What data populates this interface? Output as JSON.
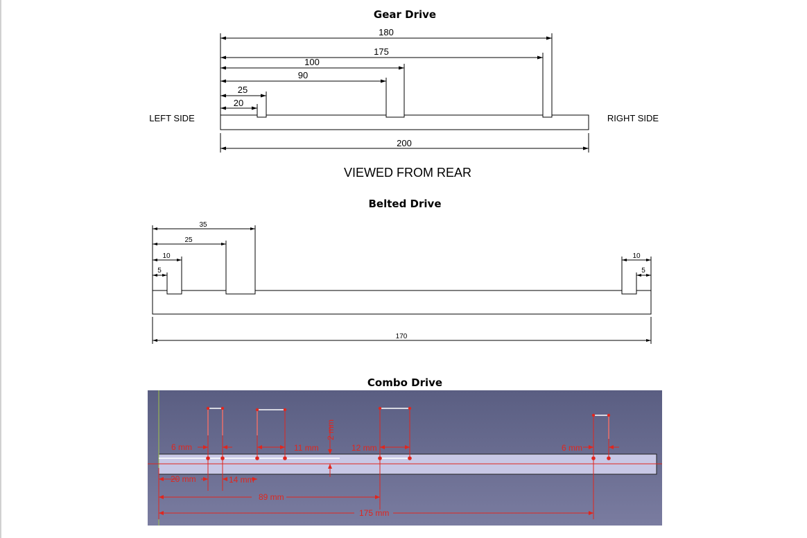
{
  "gear": {
    "title": "Gear Drive",
    "left_label": "LEFT SIDE",
    "right_label": "RIGHT SIDE",
    "caption": "VIEWED FROM REAR",
    "dims": {
      "d180": "180",
      "d175": "175",
      "d100": "100",
      "d90": "90",
      "d25": "25",
      "d20": "20",
      "d200": "200"
    }
  },
  "belted": {
    "title": "Belted Drive",
    "dims": {
      "d35": "35",
      "d25": "25",
      "d10l": "10",
      "d5l": "5",
      "d10r": "10",
      "d5r": "5",
      "d170": "170"
    }
  },
  "combo": {
    "title": "Combo Drive",
    "dims": {
      "mm6a": "6 mm",
      "mm11": "11 mm",
      "mm2": "2 mm",
      "mm12": "12 mm",
      "mm6b": "6 mm",
      "mm20": "20 mm",
      "mm14": "14 mm",
      "mm89": "89 mm",
      "mm175": "175 mm"
    },
    "colors": {
      "background": "#5a5e82",
      "bar": "#c8c8e6",
      "dimension": "#e0261e",
      "axis_v": "#9fc24a"
    }
  }
}
